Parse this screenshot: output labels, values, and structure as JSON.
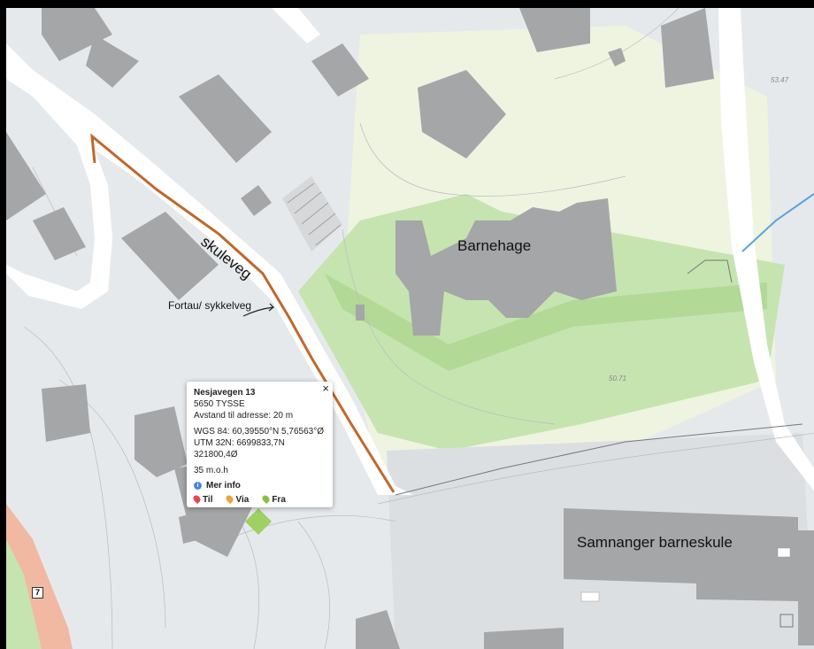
{
  "map": {
    "labels": {
      "street": "skuleveg",
      "sidewalk": "Fortau/ sykkelveg",
      "kindergarten": "Barnehage",
      "school": "Samnanger barneskule",
      "elevation_1": "53.47",
      "elevation_2": "50.71",
      "road_sign": "7"
    },
    "colors": {
      "background": "#e6e9ec",
      "green_area": "#bfe0a8",
      "light_green": "#eef4e0",
      "building": "#a4a6a8",
      "sidewalk_line": "#c0682a",
      "road": "#ffffff",
      "stream": "#5aa3e0"
    }
  },
  "popup": {
    "address": "Nesjavegen 13",
    "postal": "5650 TYSSE",
    "distance": "Avstand til adresse: 20 m",
    "wgs": "WGS 84: 60,39550°N  5,76563°Ø",
    "utm": "UTM 32N: 6699833,7N  321800,4Ø",
    "elevation": "35 m.o.h",
    "more_info": "Mer info",
    "info_glyph": "i",
    "close": "×",
    "actions": [
      {
        "label": "Til",
        "color": "#e5484d"
      },
      {
        "label": "Via",
        "color": "#f0a13a"
      },
      {
        "label": "Fra",
        "color": "#8cbf3f"
      }
    ]
  }
}
